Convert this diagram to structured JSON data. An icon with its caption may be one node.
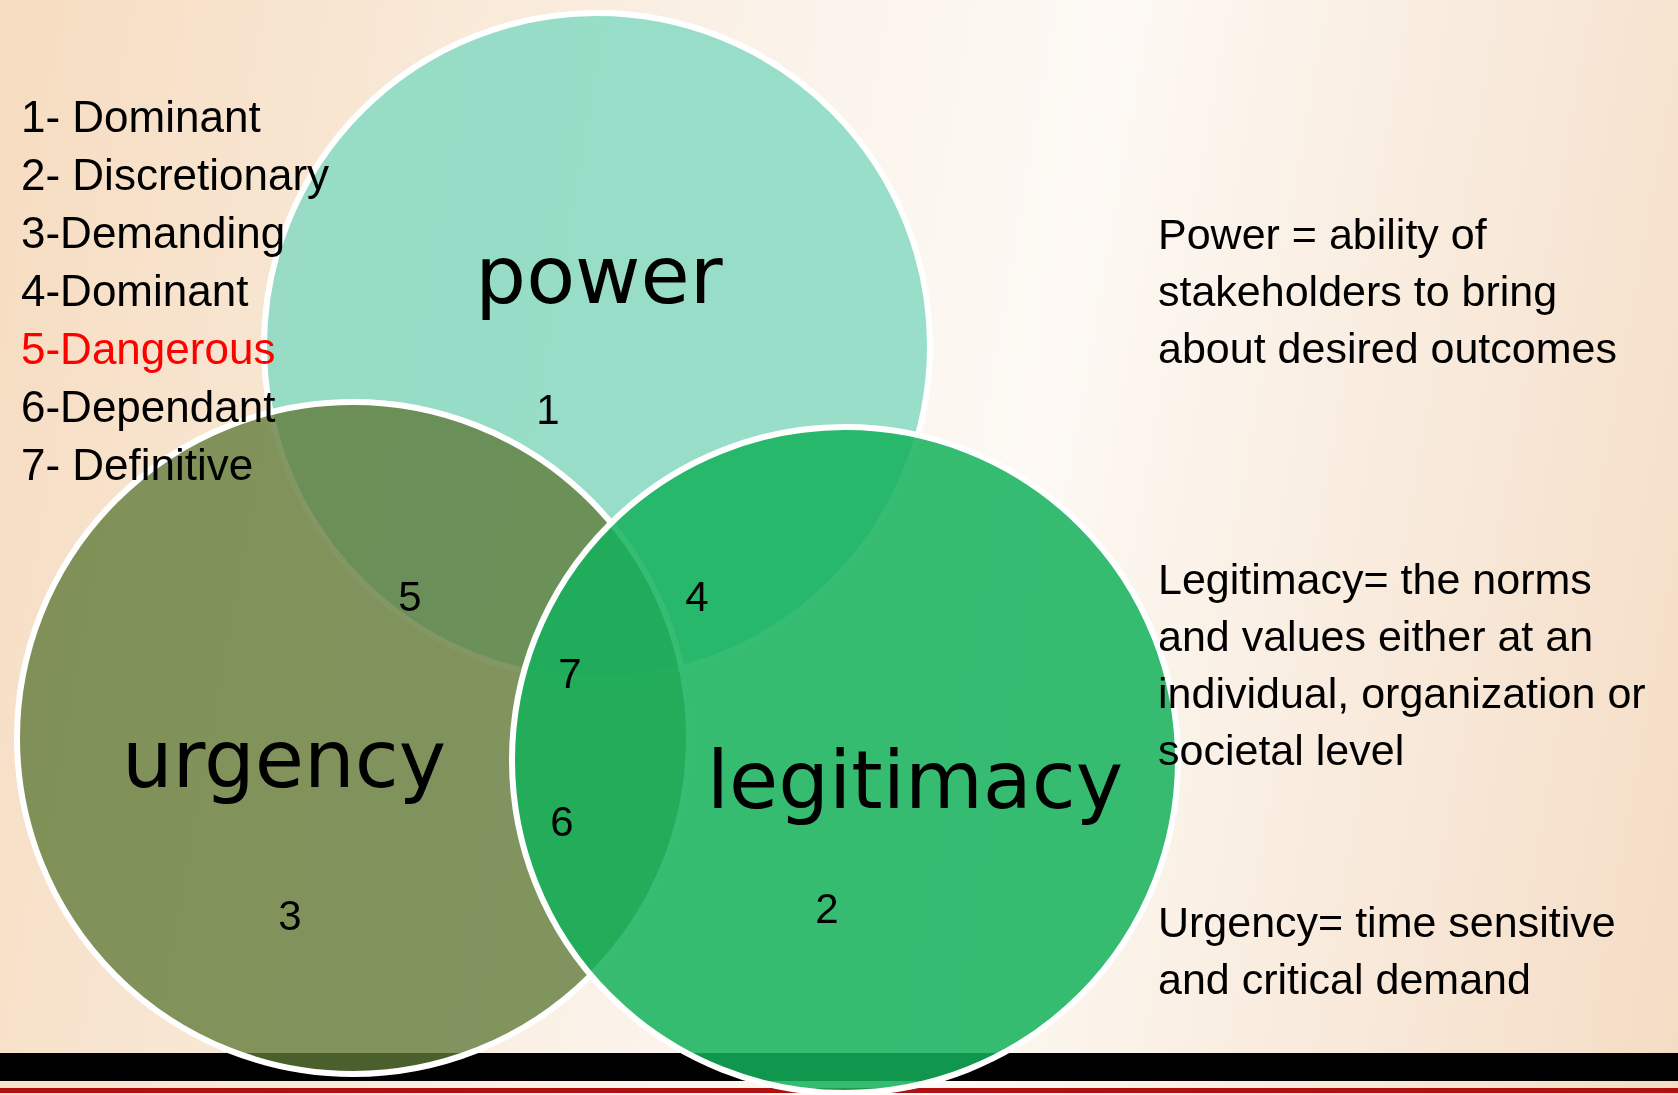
{
  "diagram": {
    "nodes": [
      {
        "text": [
          "power"
        ]
      },
      {
        "text": [
          "urgency"
        ]
      },
      {
        "text": [
          "legitimacy"
        ]
      }
    ],
    "labels": [
      "1- Dominant",
      "2- Discretionary",
      "3-Demanding",
      "4-Dominant",
      "5-Dangerous",
      "6-Dependant",
      "7- Definitive",
      "Power = ability of stakeholders to bring about desired outcomes",
      "Legitimacy= the norms and values either at an individual, organization or societal level",
      "Urgency= time sensitive and critical demand",
      "1",
      "5",
      "4",
      "7",
      "6",
      "3",
      "2"
    ]
  }
}
